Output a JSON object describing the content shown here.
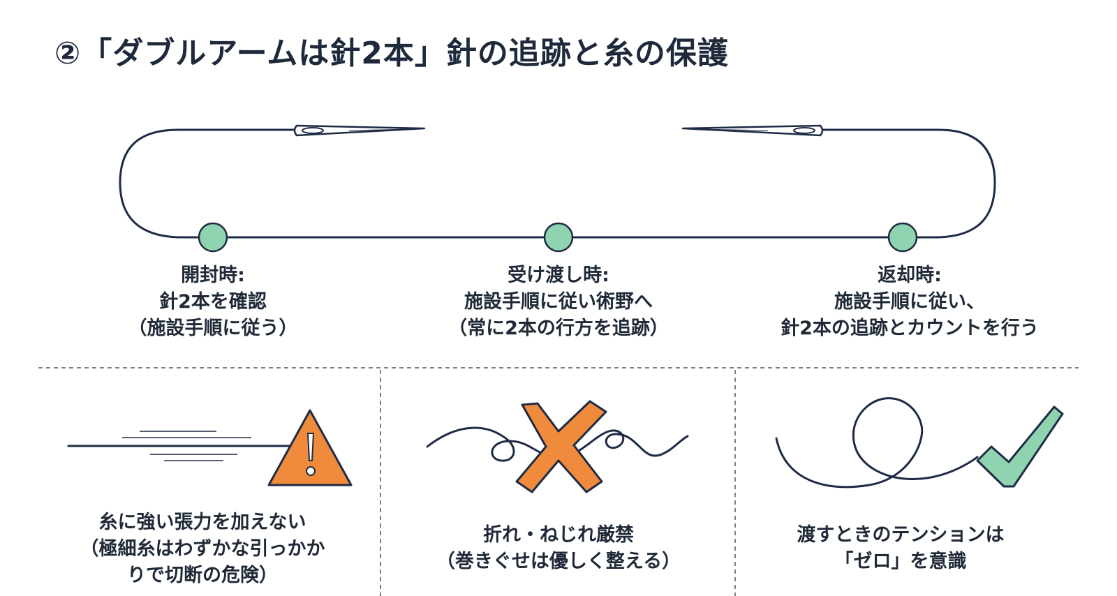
{
  "title": "②「ダブルアームは針2本」針の追跡と糸の保護",
  "colors": {
    "thread": "#1e2b45",
    "node": "#8fd3b0",
    "warning": "#f08a3c",
    "check": "#8fd3b0",
    "divider": "#555555"
  },
  "steps": [
    {
      "lines": [
        "開封時:",
        "針2本を確認",
        "（施設手順に従う）"
      ]
    },
    {
      "lines": [
        "受け渡し時:",
        "施設手順に従い術野へ",
        "（常に2本の行方を追跡）"
      ]
    },
    {
      "lines": [
        "返却時:",
        "施設手順に従い、",
        "針2本の追跡とカウントを行う"
      ]
    }
  ],
  "tips": [
    {
      "icon": "warning-triangle-icon",
      "lines": [
        "糸に強い張力を加えない",
        "（極細糸はわずかな引っかか",
        "りで切断の危険）"
      ]
    },
    {
      "icon": "cross-mark-icon",
      "lines": [
        "折れ・ねじれ厳禁",
        "（巻きぐせは優しく整える）"
      ]
    },
    {
      "icon": "check-mark-icon",
      "lines": [
        "渡すときのテンションは",
        "「ゼロ」を意識"
      ]
    }
  ]
}
